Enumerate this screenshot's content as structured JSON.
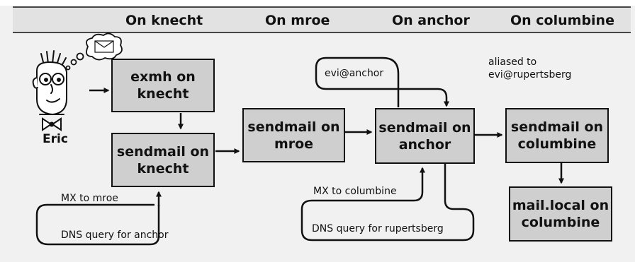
{
  "column_headers": {
    "knecht": "On knecht",
    "mroe": "On mroe",
    "anchor": "On anchor",
    "columbine": "On columbine"
  },
  "user": {
    "name": "Eric"
  },
  "boxes": {
    "exmh_knecht": "exmh on\nknecht",
    "sendmail_knecht": "sendmail on\nknecht",
    "sendmail_mroe": "sendmail on\nmroe",
    "sendmail_anchor": "sendmail on\nanchor",
    "sendmail_columbine": "sendmail on\ncolumbine",
    "mail_local_columbine": "mail.local on\ncolumbine"
  },
  "loop_labels": {
    "mx_mroe": "MX to mroe",
    "dns_anchor": "DNS query for anchor",
    "evi_anchor": "evi@anchor",
    "aliased": "aliased to\nevi@rupertsberg",
    "mx_columbine": "MX to columbine",
    "dns_rupertsberg": "DNS query for rupertsberg"
  },
  "colors": {
    "background": "#f1f1f1",
    "box_fill": "#cfcfcf",
    "stroke": "#111111",
    "header_band": "#e2e2e2"
  }
}
